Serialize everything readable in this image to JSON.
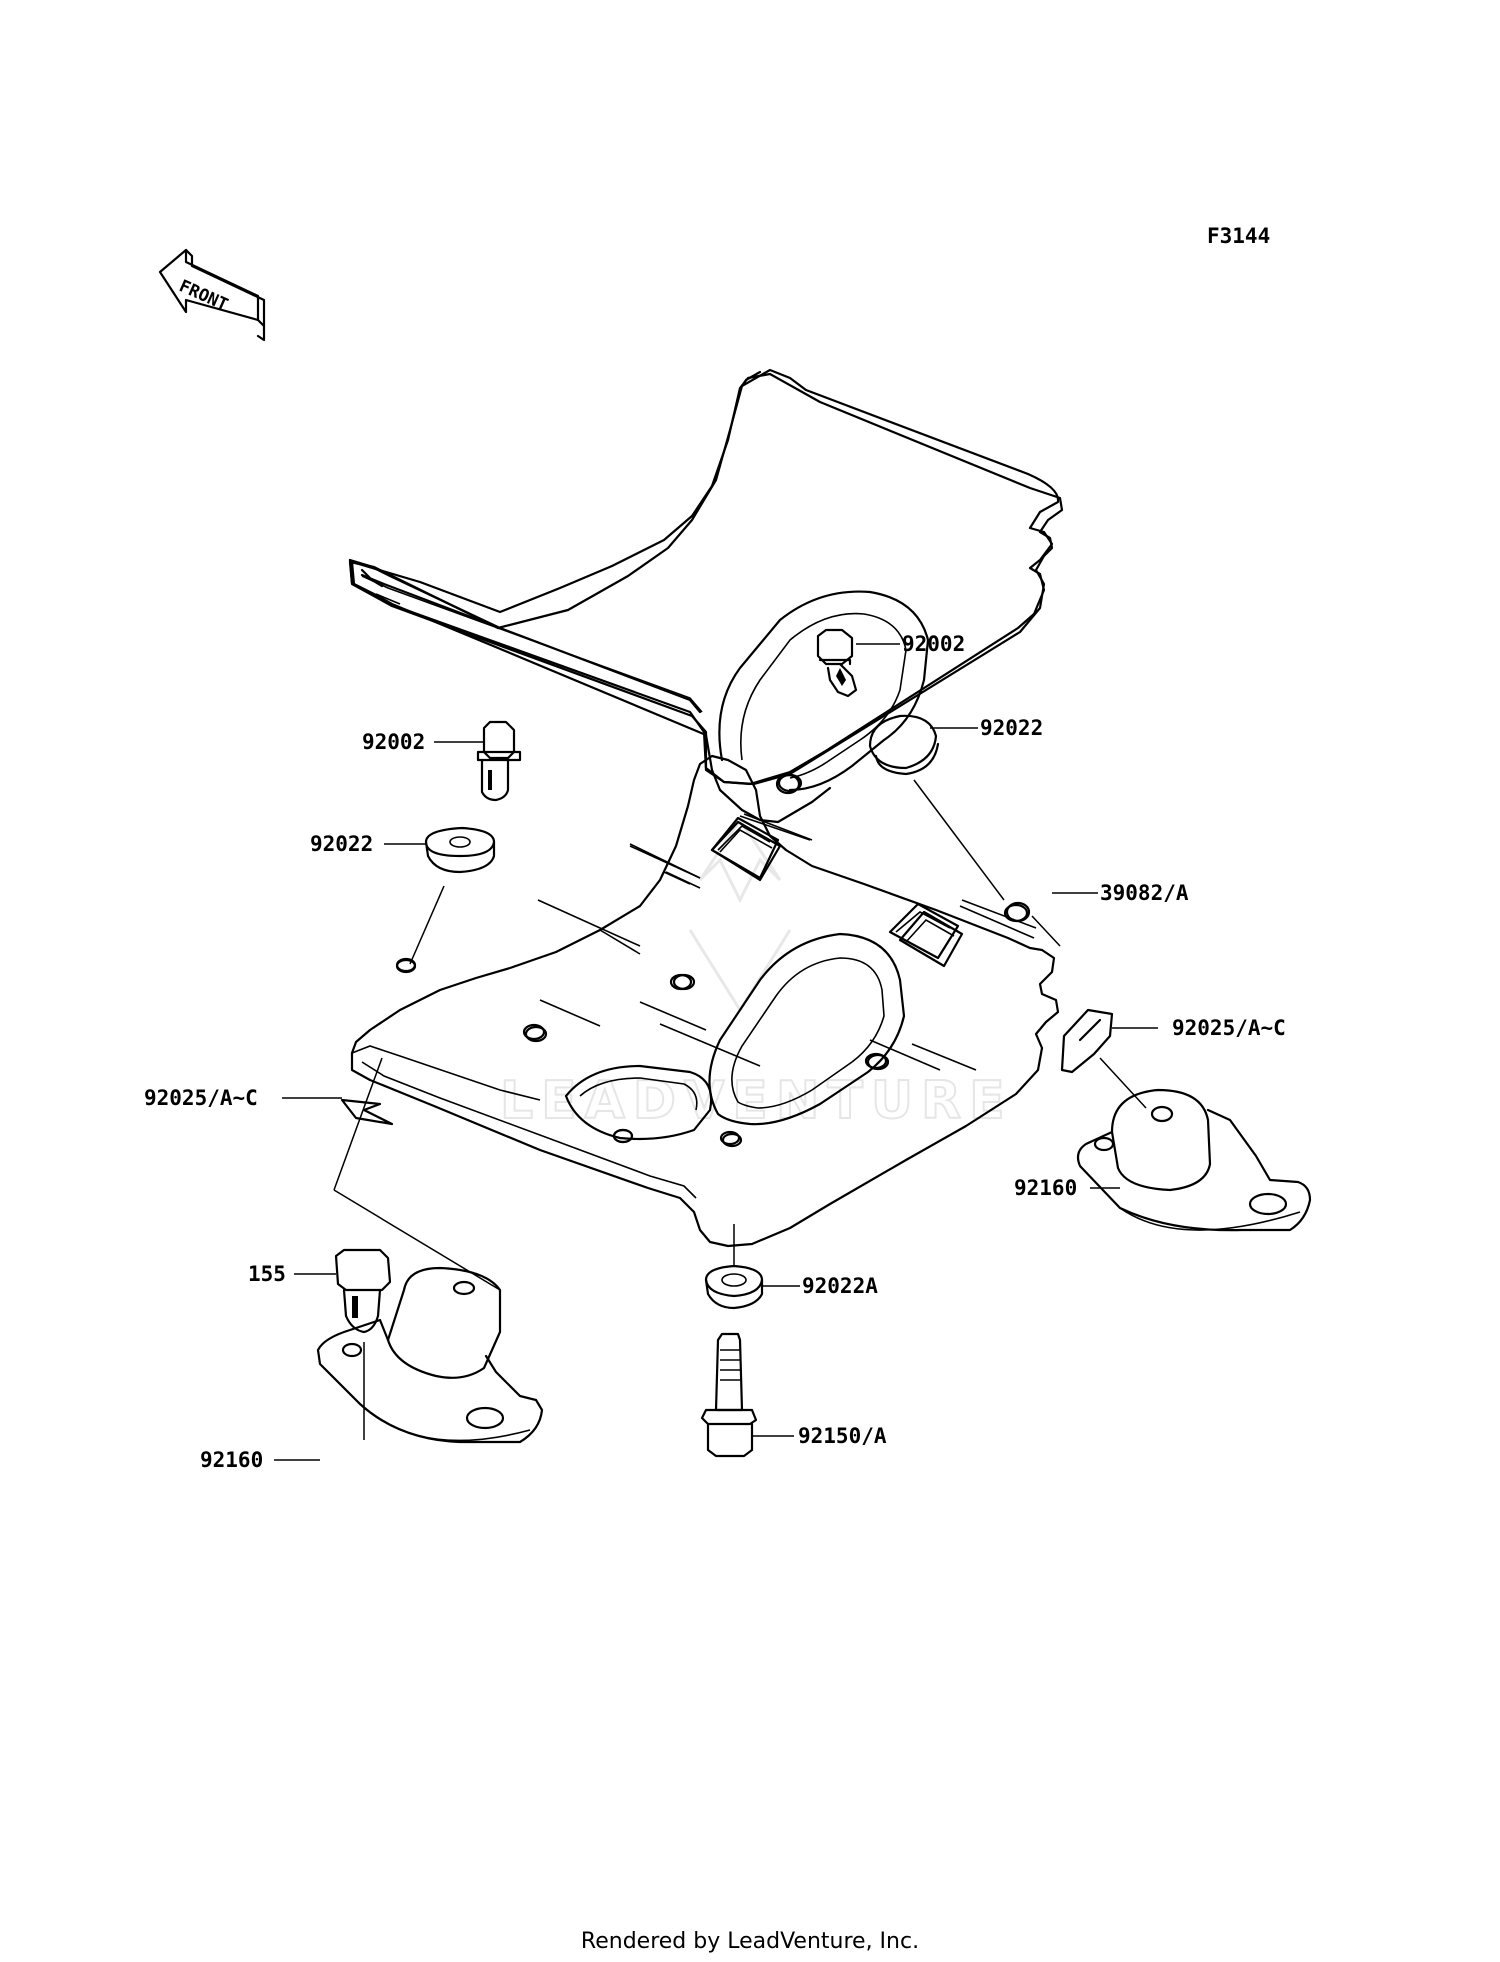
{
  "figure_code": "F3144",
  "front_label": "FRONT",
  "watermark": "LEADVENTURE",
  "credit": "Rendered by LeadVenture, Inc.",
  "callouts": [
    {
      "id": "bolt-top-right",
      "part": "92002"
    },
    {
      "id": "bolt-top-left",
      "part": "92002"
    },
    {
      "id": "collar-right",
      "part": "92022"
    },
    {
      "id": "collar-left",
      "part": "92022"
    },
    {
      "id": "bracket",
      "part": "39082/A"
    },
    {
      "id": "clip-right",
      "part": "92025/A~C"
    },
    {
      "id": "clip-left",
      "part": "92025/A~C"
    },
    {
      "id": "mount-right",
      "part": "92160"
    },
    {
      "id": "mount-left",
      "part": "92160"
    },
    {
      "id": "bolt-155",
      "part": "155"
    },
    {
      "id": "collar-bottom",
      "part": "92022A"
    },
    {
      "id": "bolt-bottom",
      "part": "92150/A"
    }
  ]
}
